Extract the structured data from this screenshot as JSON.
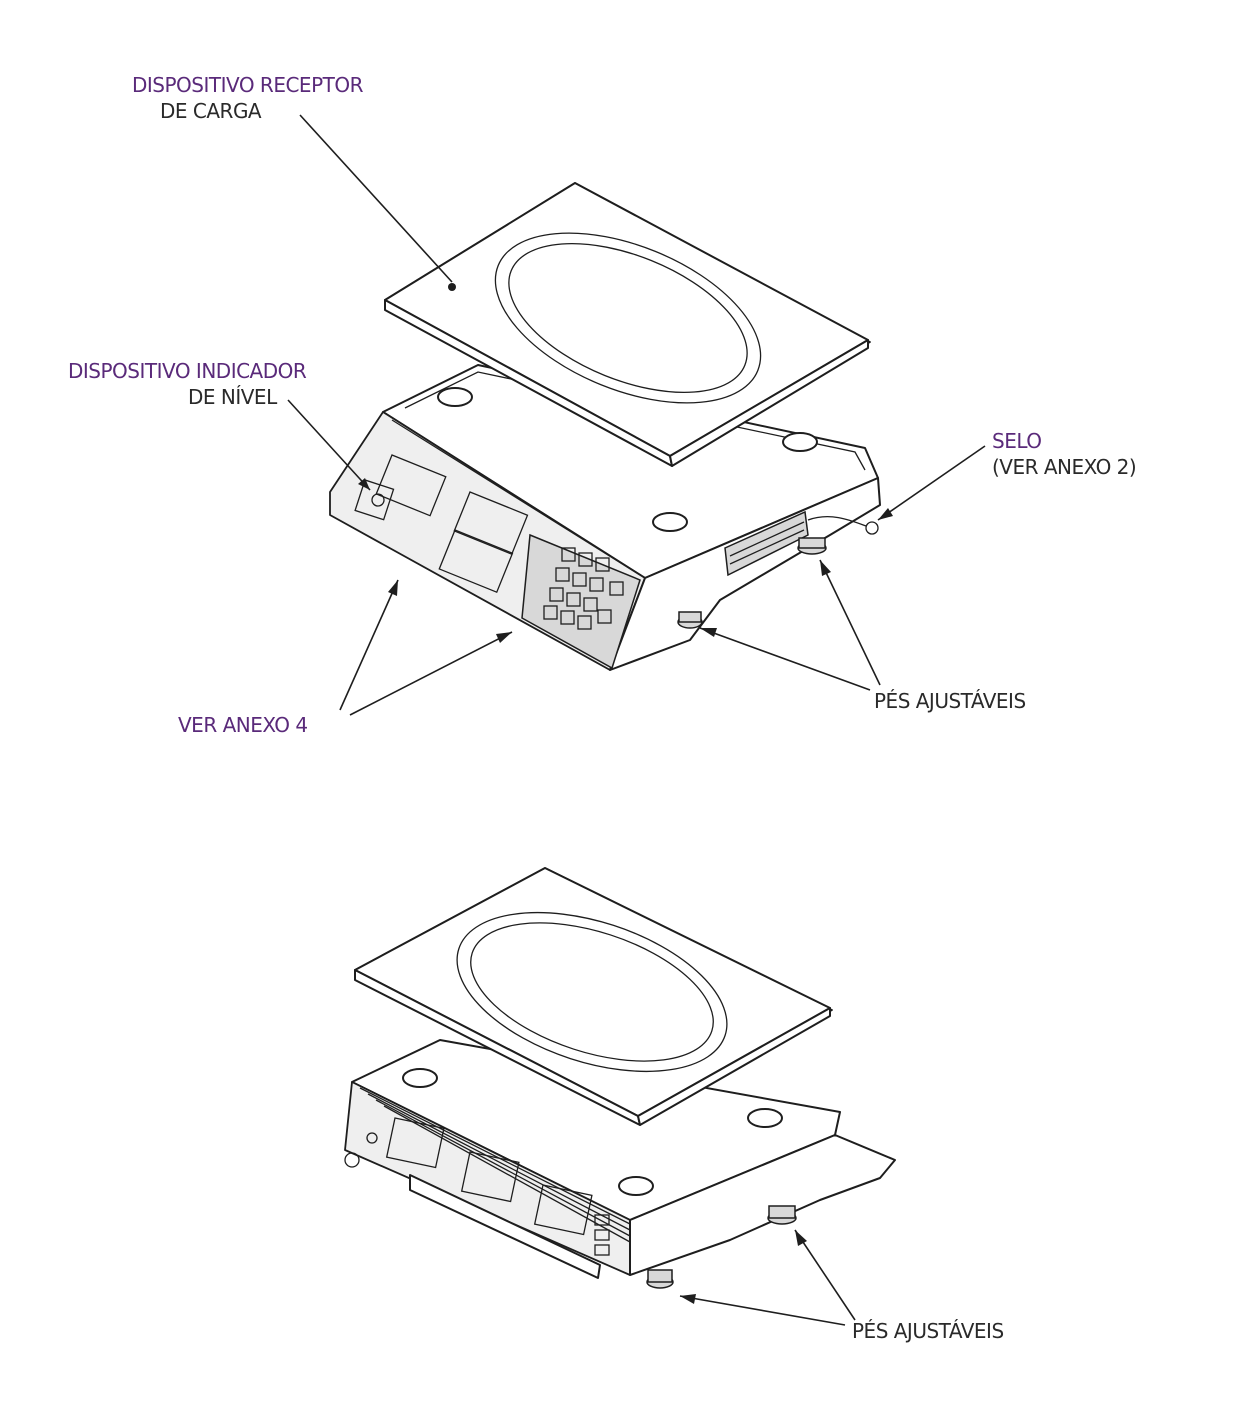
{
  "labels": {
    "receptor_line1": "DISPOSITIVO RECEPTOR",
    "receptor_line2": "DE CARGA",
    "nivel_line1": "DISPOSITIVO INDICADOR",
    "nivel_line2": "DE NÍVEL",
    "selo_line1": "SELO",
    "selo_line2": "(VER ANEXO 2)",
    "pes_top": "PÉS AJUSTÁVEIS",
    "anexo4": "VER ANEXO 4",
    "pes_bottom": "PÉS AJUSTÁVEIS"
  },
  "colors": {
    "line": "#1e1e1e",
    "label_text": "#2a2a2a",
    "label_accent": "#5a2a7a"
  }
}
